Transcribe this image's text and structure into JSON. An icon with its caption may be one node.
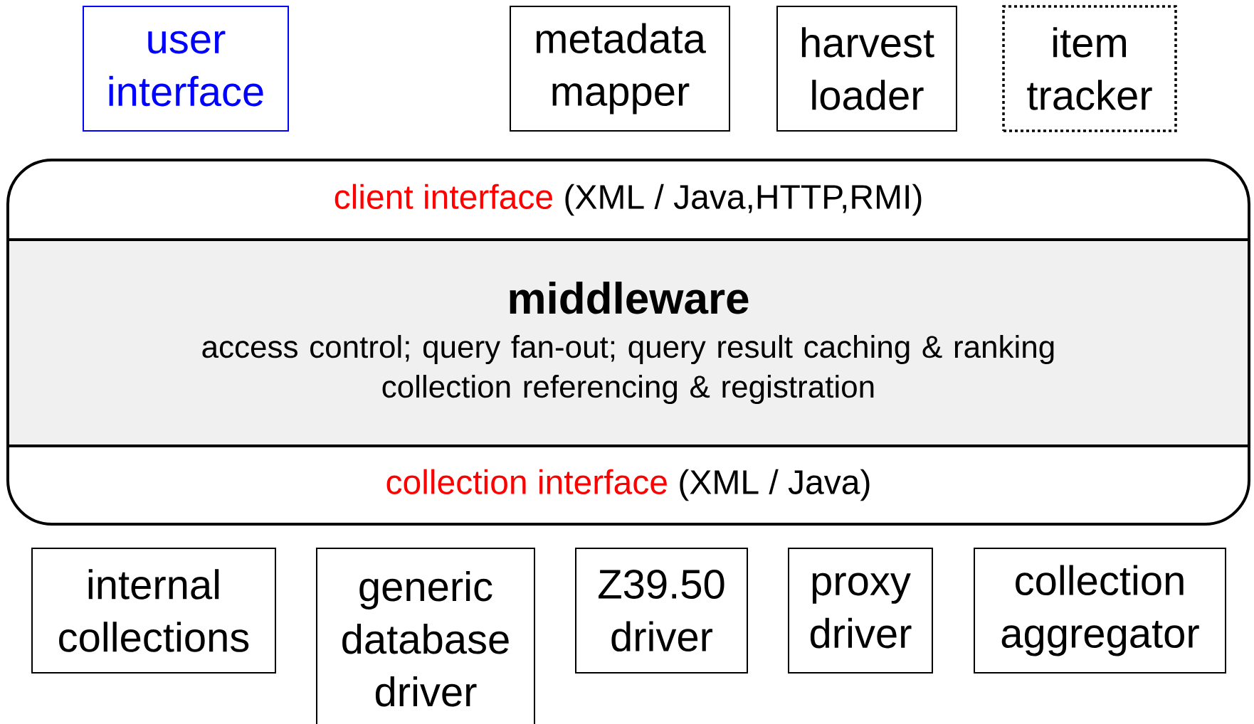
{
  "diagram": {
    "nodes": [
      {
        "text": [
          "user interface"
        ]
      },
      {
        "text": [
          "metadata mapper"
        ]
      },
      {
        "text": [
          "harvest loader"
        ]
      },
      {
        "text": [
          "item tracker"
        ]
      },
      {
        "text": [],
        "shape": "box"
      },
      {
        "text": [
          "client interface",
          "(XML / Java,HTTP,RMI)"
        ],
        "in": 4
      },
      {
        "text": [
          "middleware",
          "access control; query fan-out; query result caching & ranking",
          "collection referencing & registration"
        ],
        "in": 4
      },
      {
        "text": [
          "collection interface",
          "(XML / Java)"
        ],
        "in": 4
      },
      {
        "text": [
          "internal collections"
        ]
      },
      {
        "text": [
          "generic database driver"
        ]
      },
      {
        "text": [
          "Z39.50 driver"
        ]
      },
      {
        "text": [
          "proxy driver"
        ]
      },
      {
        "text": [
          "collection aggregator"
        ]
      }
    ]
  }
}
